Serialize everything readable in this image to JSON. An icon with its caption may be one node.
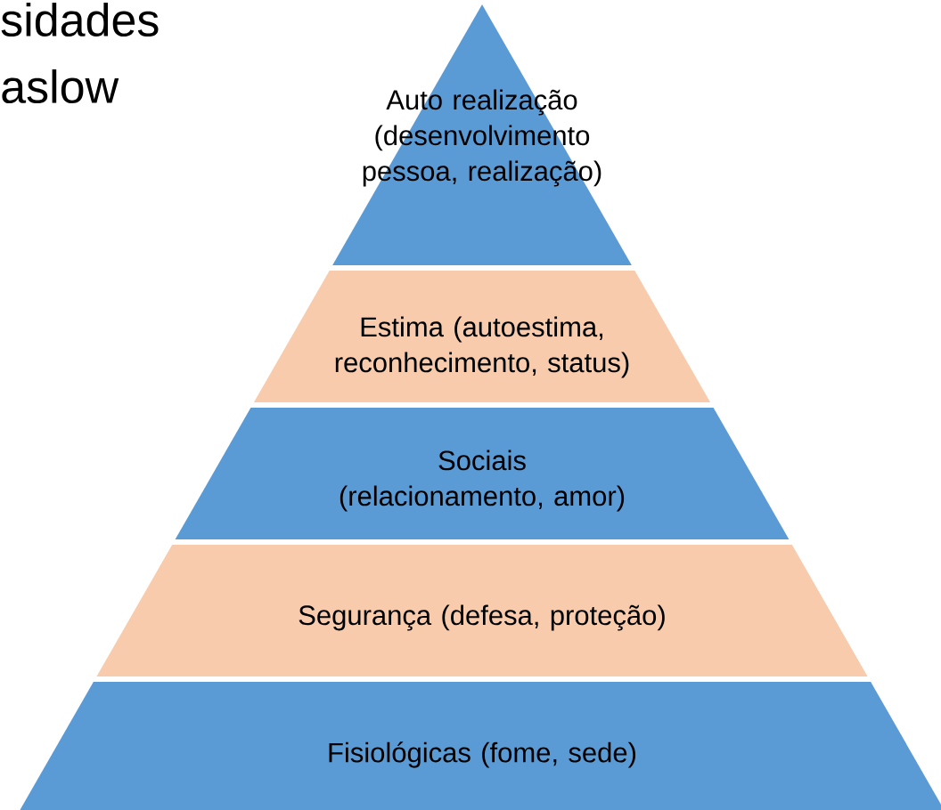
{
  "diagram": {
    "nodes": [
      {
        "text": [
          "Auto realização (desenvolvimento pessoa, realização)"
        ]
      },
      {
        "text": [
          "Estima (autoestima, reconhecimento, status)"
        ]
      },
      {
        "text": [
          "Sociais (relacionamento, amor)"
        ]
      },
      {
        "text": [
          "Segurança (defesa, proteção)"
        ]
      },
      {
        "text": [
          "Fisiológicas (fome, sede)"
        ]
      }
    ],
    "labels": [
      "sidades",
      "aslow"
    ]
  }
}
